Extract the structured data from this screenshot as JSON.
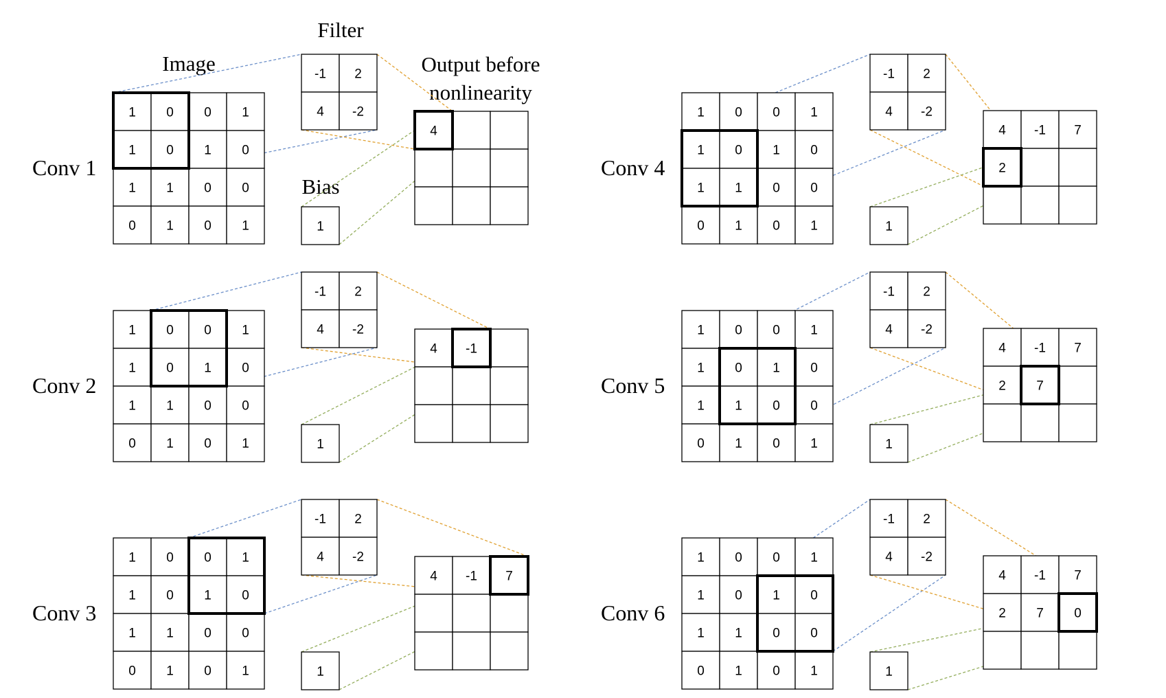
{
  "headers": {
    "filter": "Filter",
    "image": "Image",
    "output": [
      "Output before",
      "nonlinearity"
    ],
    "bias": "Bias"
  },
  "colors": {
    "blue_lines": "#6b8fc9",
    "orange_lines": "#e0a030",
    "green_lines": "#93ad5c"
  },
  "panels": [
    {
      "label": "Conv 1",
      "image": [
        [
          "1",
          "0",
          "0",
          "1"
        ],
        [
          "1",
          "0",
          "1",
          "0"
        ],
        [
          "1",
          "1",
          "0",
          "0"
        ],
        [
          "0",
          "1",
          "0",
          "1"
        ]
      ],
      "filter": [
        [
          "-1",
          "2"
        ],
        [
          "4",
          "-2"
        ]
      ],
      "bias": "1",
      "output": [
        [
          "4",
          "",
          ""
        ],
        [
          "",
          "",
          ""
        ],
        [
          "",
          "",
          ""
        ]
      ],
      "window": [
        0,
        0
      ],
      "out_pos": [
        0,
        0
      ]
    },
    {
      "label": "Conv 2",
      "image": [
        [
          "1",
          "0",
          "0",
          "1"
        ],
        [
          "1",
          "0",
          "1",
          "0"
        ],
        [
          "1",
          "1",
          "0",
          "0"
        ],
        [
          "0",
          "1",
          "0",
          "1"
        ]
      ],
      "filter": [
        [
          "-1",
          "2"
        ],
        [
          "4",
          "-2"
        ]
      ],
      "bias": "1",
      "output": [
        [
          "4",
          "-1",
          ""
        ],
        [
          "",
          "",
          ""
        ],
        [
          "",
          "",
          ""
        ]
      ],
      "window": [
        0,
        1
      ],
      "out_pos": [
        0,
        1
      ]
    },
    {
      "label": "Conv 3",
      "image": [
        [
          "1",
          "0",
          "0",
          "1"
        ],
        [
          "1",
          "0",
          "1",
          "0"
        ],
        [
          "1",
          "1",
          "0",
          "0"
        ],
        [
          "0",
          "1",
          "0",
          "1"
        ]
      ],
      "filter": [
        [
          "-1",
          "2"
        ],
        [
          "4",
          "-2"
        ]
      ],
      "bias": "1",
      "output": [
        [
          "4",
          "-1",
          "7"
        ],
        [
          "",
          "",
          ""
        ],
        [
          "",
          "",
          ""
        ]
      ],
      "window": [
        0,
        2
      ],
      "out_pos": [
        0,
        2
      ]
    },
    {
      "label": "Conv 4",
      "image": [
        [
          "1",
          "0",
          "0",
          "1"
        ],
        [
          "1",
          "0",
          "1",
          "0"
        ],
        [
          "1",
          "1",
          "0",
          "0"
        ],
        [
          "0",
          "1",
          "0",
          "1"
        ]
      ],
      "filter": [
        [
          "-1",
          "2"
        ],
        [
          "4",
          "-2"
        ]
      ],
      "bias": "1",
      "output": [
        [
          "4",
          "-1",
          "7"
        ],
        [
          "2",
          "",
          ""
        ],
        [
          "",
          "",
          ""
        ]
      ],
      "window": [
        1,
        0
      ],
      "out_pos": [
        1,
        0
      ]
    },
    {
      "label": "Conv 5",
      "image": [
        [
          "1",
          "0",
          "0",
          "1"
        ],
        [
          "1",
          "0",
          "1",
          "0"
        ],
        [
          "1",
          "1",
          "0",
          "0"
        ],
        [
          "0",
          "1",
          "0",
          "1"
        ]
      ],
      "filter": [
        [
          "-1",
          "2"
        ],
        [
          "4",
          "-2"
        ]
      ],
      "bias": "1",
      "output": [
        [
          "4",
          "-1",
          "7"
        ],
        [
          "2",
          "7",
          ""
        ],
        [
          "",
          "",
          ""
        ]
      ],
      "window": [
        1,
        1
      ],
      "out_pos": [
        1,
        1
      ]
    },
    {
      "label": "Conv 6",
      "image": [
        [
          "1",
          "0",
          "0",
          "1"
        ],
        [
          "1",
          "0",
          "1",
          "0"
        ],
        [
          "1",
          "1",
          "0",
          "0"
        ],
        [
          "0",
          "1",
          "0",
          "1"
        ]
      ],
      "filter": [
        [
          "-1",
          "2"
        ],
        [
          "4",
          "-2"
        ]
      ],
      "bias": "1",
      "output": [
        [
          "4",
          "-1",
          "7"
        ],
        [
          "2",
          "7",
          "0"
        ],
        [
          "",
          "",
          ""
        ]
      ],
      "window": [
        1,
        2
      ],
      "out_pos": [
        1,
        2
      ]
    }
  ]
}
